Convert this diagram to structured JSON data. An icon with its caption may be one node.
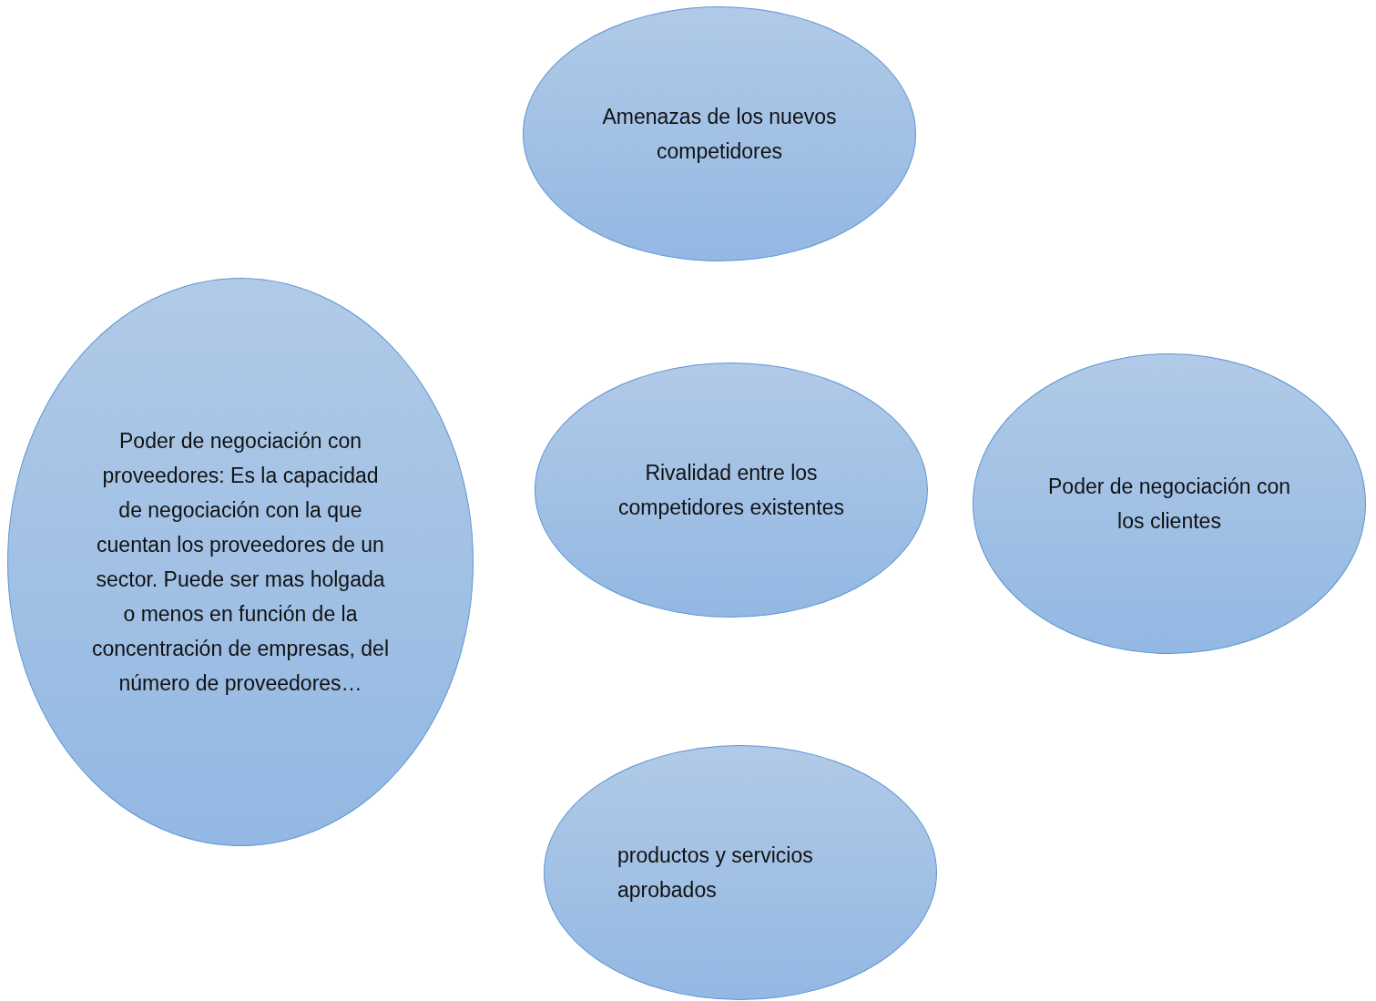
{
  "diagram": {
    "nodes": [
      {
        "text": [
          "Amenazas de los nuevos competidores"
        ]
      },
      {
        "text": [
          "Poder de negociación con proveedores: Es la capacidad de negociación con la que cuentan los proveedores de un sector. Puede ser mas holgada o menos en función de la concentración de empresas, del número de proveedores…"
        ]
      },
      {
        "text": [
          "Rivalidad entre los competidores existentes"
        ]
      },
      {
        "text": [
          "Poder de negociación con los clientes"
        ]
      },
      {
        "text": [
          "productos y servicios aprobados"
        ]
      }
    ]
  }
}
